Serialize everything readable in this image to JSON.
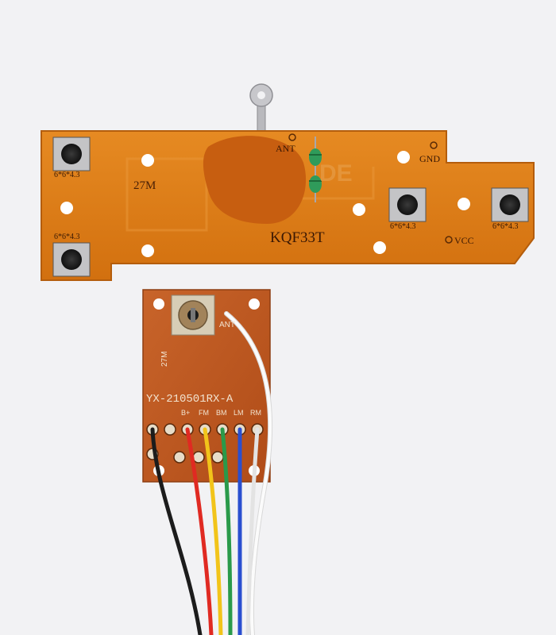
{
  "transmitter": {
    "model": "KQF33T",
    "frequency": "27M",
    "pins": {
      "ant": "ANT",
      "gnd": "GND",
      "vcc": "VCC"
    },
    "button_size": "6*6*4.3",
    "buttons": [
      {
        "name": "top-left"
      },
      {
        "name": "bottom-left"
      },
      {
        "name": "middle-right"
      },
      {
        "name": "far-right"
      }
    ],
    "watermark": "DE"
  },
  "receiver": {
    "model": "YX-210501RX-A",
    "frequency": "27M",
    "ant_label": "ANT",
    "pads": [
      "B+",
      "FM",
      "BM",
      "LM",
      "RM"
    ]
  },
  "wires": [
    {
      "name": "black",
      "color": "#1c1c1c"
    },
    {
      "name": "red",
      "color": "#e02a22"
    },
    {
      "name": "yellow",
      "color": "#f2c41a"
    },
    {
      "name": "green",
      "color": "#2a9a4a"
    },
    {
      "name": "blue",
      "color": "#2a4fd0"
    },
    {
      "name": "white",
      "color": "#fbfbfb"
    }
  ],
  "colors": {
    "board_orange": "#dc7a16",
    "board_dark": "#9c4510",
    "receiver_board": "#c15a1e",
    "background": "#f2f2f4"
  }
}
